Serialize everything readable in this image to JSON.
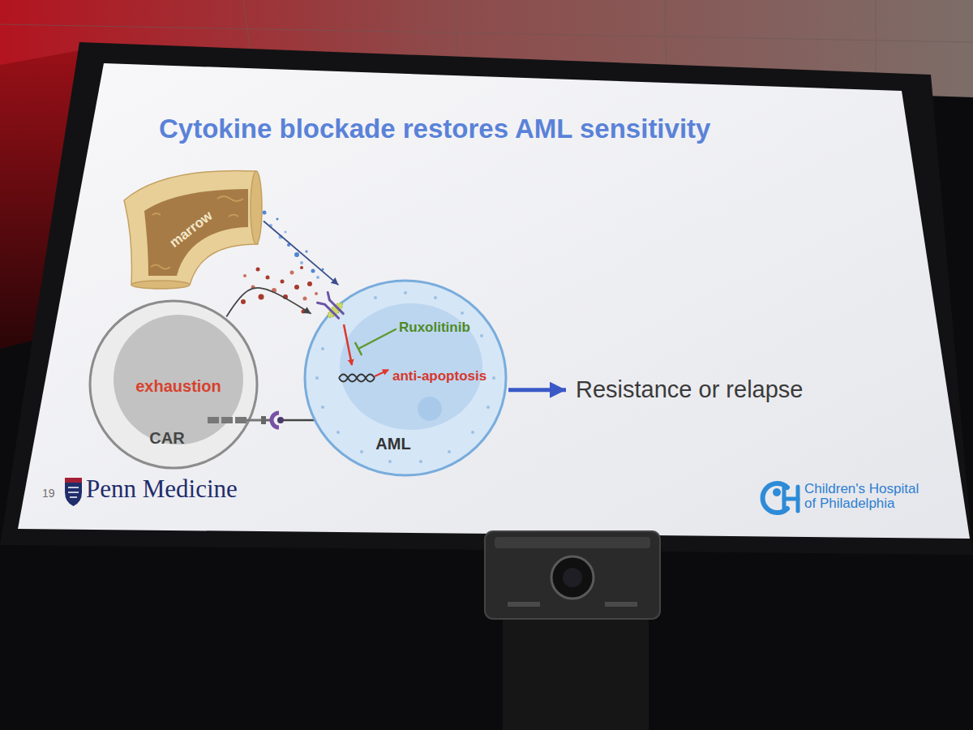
{
  "diagram": {
    "title": "Cytokine blockade restores AML sensitivity",
    "nodes": [
      {
        "text": [
          "marrow"
        ]
      },
      {
        "text": [
          "exhaustion",
          "CAR"
        ]
      },
      {
        "text": [
          "Ruxolitinib",
          "anti-apoptosis",
          "AML"
        ]
      },
      {
        "text": [
          "Resistance or relapse"
        ]
      }
    ],
    "edges": [
      {
        "from": 0,
        "to": 2,
        "arrow": "to"
      },
      {
        "from": 1,
        "to": 2,
        "arrow": "to"
      },
      {
        "from": 2,
        "to": 3,
        "arrow": "to"
      }
    ],
    "labels": [
      "19",
      "Penn Medicine",
      "Children's Hospital of Philadelphia"
    ]
  }
}
